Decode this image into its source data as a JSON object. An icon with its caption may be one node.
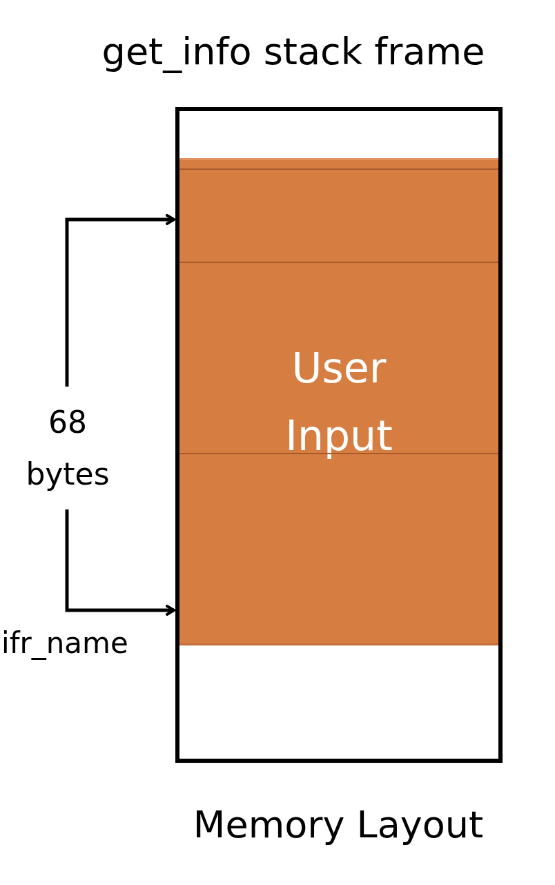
{
  "diagram": {
    "title": "get_info stack frame",
    "nodes": [
      {
        "text": [],
        "shape": "box",
        "beside": [
          "Memory Layout"
        ]
      },
      {
        "text": [
          "User Input"
        ],
        "in": 0
      },
      {
        "text": [
          "68 bytes"
        ]
      }
    ],
    "edges": [
      {
        "from": 2,
        "to": 1,
        "arrow": "to"
      },
      {
        "from": 2,
        "to": 1,
        "arrow": "to"
      }
    ],
    "labels": [
      "ifr_name"
    ]
  }
}
